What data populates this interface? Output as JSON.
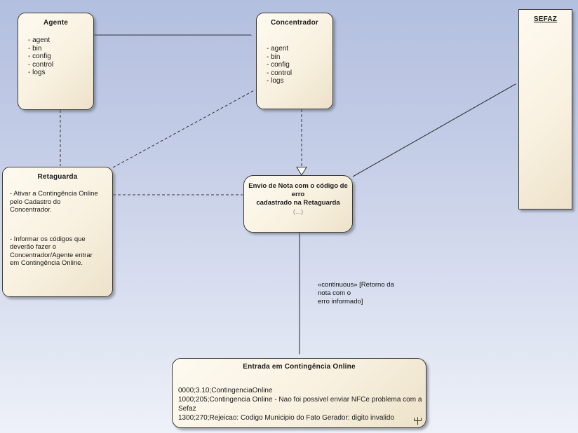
{
  "diagram": {
    "colors": {
      "background_top": "#b2bfdf",
      "background_bottom": "#eef1f8",
      "node_fill": "#f8f1e0",
      "node_border": "#3c3b33",
      "line": "#333333",
      "muted_text": "#8a8a8a"
    }
  },
  "nodes": {
    "agente": {
      "title": "Agente",
      "items": [
        "- agent",
        "- bin",
        "- config",
        "- control",
        "- logs"
      ]
    },
    "concentrador": {
      "title": "Concentrador",
      "items": [
        "- agent",
        "- bin",
        "- config",
        "- control",
        "- logs"
      ]
    },
    "sefaz": {
      "title": "SEFAZ"
    },
    "retaguarda": {
      "title": "Retaguarda",
      "para1_lines": [
        "- Ativar a Contingência Online",
        "pelo Cadastro do",
        "Concentrador."
      ],
      "para2_lines": [
        "- Informar os códigos que",
        "deverão fazer o",
        "Concentrador/Agente entrar",
        "em Contingência Online."
      ]
    },
    "envio": {
      "title_lines": [
        "Envio de Nota com o código de erro",
        "cadastrado na Retaguarda"
      ],
      "subtitle": "(...)"
    },
    "entrada": {
      "title": "Entrada em Contingência Online",
      "lines": [
        "0000;3.10;ContingenciaOnline",
        "1000;205;Contingencia Online - Nao foi possivel enviar NFCe problema com a Sefaz",
        "1300;270;Rejeicao: Codigo Municipio do Fato Gerador: digito invalido"
      ]
    }
  },
  "edges": {
    "continuous_label_lines": [
      "«continuous» [Retorno da nota com o",
      "erro informado]"
    ]
  }
}
